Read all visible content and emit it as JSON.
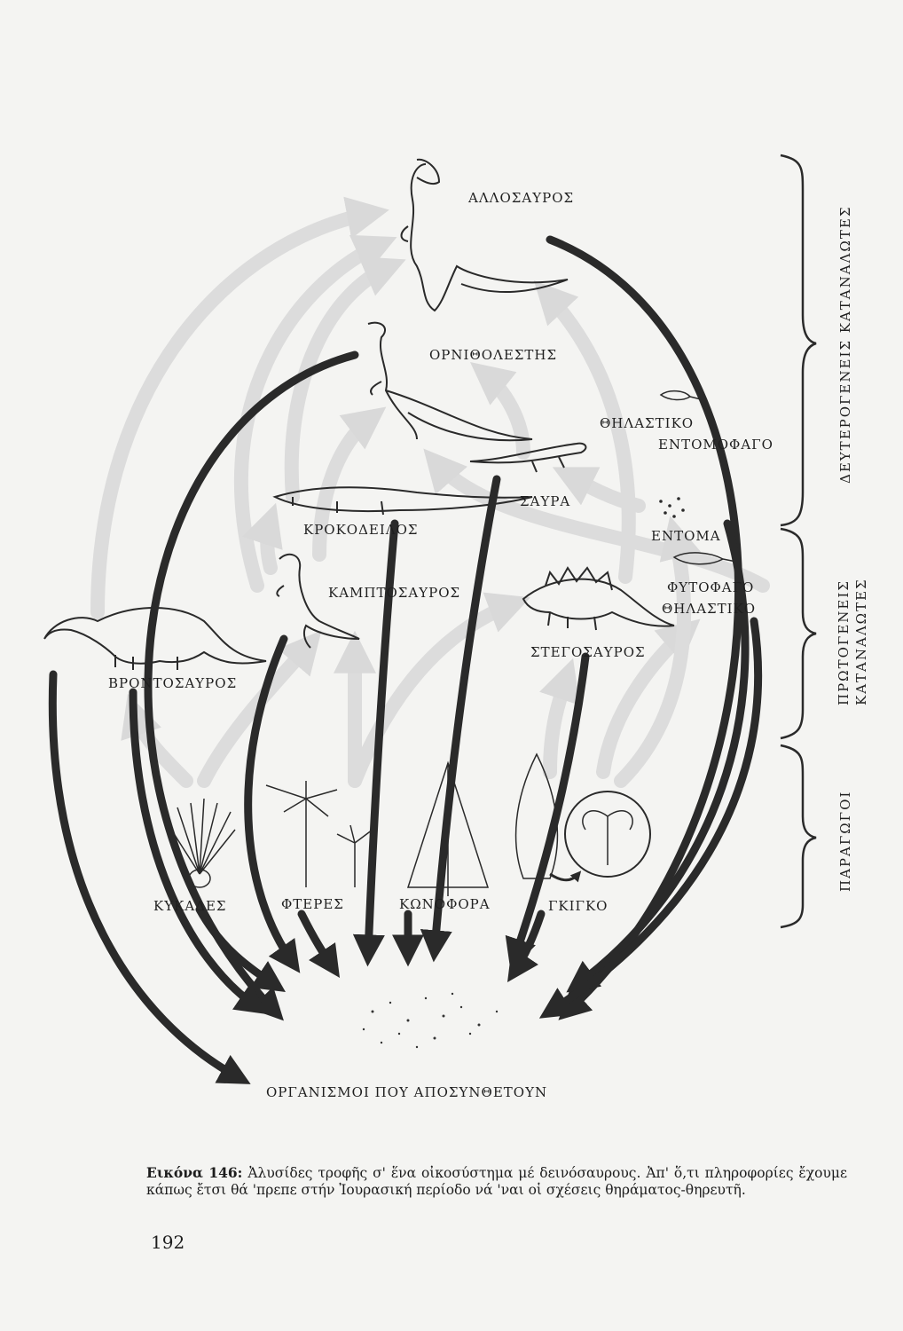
{
  "labels": {
    "allosaurus": "ΑΛΛΟΣΑΥΡΟΣ",
    "ornitholestes": "ΟΡΝΙΘΟΛΕΣΤΗΣ",
    "insectivore_mammal_line1": "ΘΗΛΑΣΤΙΚΟ",
    "insectivore_mammal_line2": "ΕΝΤΟΜΟΦΑΓΟ",
    "lizard": "ΣΑΥΡΑ",
    "crocodile": "ΚΡΟΚΟΔΕΙΛΟΣ",
    "insects": "ΕΝΤΟΜΑ",
    "herbivore_mammal_line1": "ΦΥΤΟΦΑΓΟ",
    "herbivore_mammal_line2": "ΘΗΛΑΣΤΙΚΟ",
    "camptosaurus": "ΚΑΜΠΤΟΣΑΥΡΟΣ",
    "stegosaurus": "ΣΤΕΓΟΣΑΥΡΟΣ",
    "brontosaurus": "ΒΡΟΝΤΟΣΑΥΡΟΣ",
    "cycads": "ΚΥΚΑΔΕΣ",
    "ferns": "ΦΤΕΡΕΣ",
    "conifers": "ΚΩΝΟΦΟΡΑ",
    "ginkgo": "ΓΚΙΓΚΟ",
    "decomposers": "ΟΡΓΑΝΙΣΜΟΙ ΠΟΥ ΑΠΟΣΥΝΘΕΤΟΥΝ"
  },
  "levels": {
    "secondary_consumers": "ΔΕΥΤΕΡΟΓΕΝΕΙΣ ΚΑΤΑΝΑΛΩΤΕΣ",
    "primary_consumers_line1": "ΠΡΩΤΟΓΕΝΕΙΣ",
    "primary_consumers_line2": "ΚΑΤΑΝΑΛΩΤΕΣ",
    "producers": "ΠΑΡΑΓΩΓΟΙ"
  },
  "caption": {
    "lead": "Εικόνα 146:",
    "text": "Ἀλυσίδες τροφῆς σ' ἕνα οἰκοσύστημα μέ δεινόσαυρους. Ἀπ' ὅ,τι πληροφορίες ἔχουμε κάπως ἔτσι θά 'πρεπε στήν Ἰουρασική περίοδο νά 'ναι οἱ σχέσεις θηράματος-θηρευτῆ."
  },
  "page_number": "192",
  "colors": {
    "arrow_dark": "#2a2a2a",
    "arrow_light": "#dcdcdc",
    "ink": "#1f1f1f",
    "paper": "#f4f4f2"
  }
}
